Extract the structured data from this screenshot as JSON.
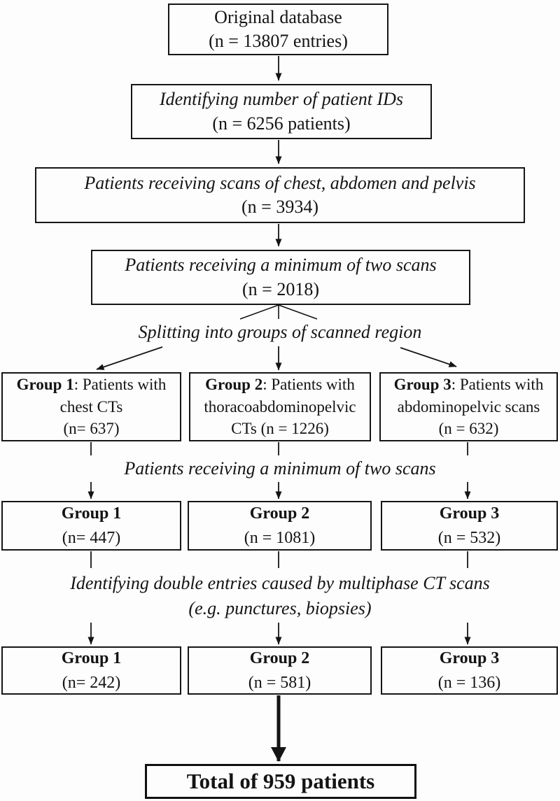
{
  "diagram": {
    "kind": "patient-selection-flowchart",
    "colors": {
      "ink": "#141414",
      "box_border": "#161616",
      "background": "#fdfdfd"
    }
  },
  "boxes": {
    "original": {
      "line1": "Original database",
      "line2": "(n = 13807 entries)"
    },
    "patient_ids": {
      "line1": "Identifying number of patient IDs",
      "line2": "(n = 6256 patients)"
    },
    "chest_abdomen_pelvis": {
      "line1": "Patients receiving scans of chest, abdomen and pelvis",
      "line2": "(n = 3934)"
    },
    "minimum_two_scans": {
      "line1": "Patients receiving a minimum of two scans",
      "line2": "(n = 2018)"
    },
    "total": {
      "label": "Total of 959 patients"
    }
  },
  "labels": {
    "splitting": "Splitting into groups of scanned region",
    "min_two_scans": "Patients receiving a minimum of two scans",
    "double_entries_line1": "Identifying double entries caused by multiphase CT scans",
    "double_entries_line2": "(e.g. punctures, biopsies)"
  },
  "split_row": [
    {
      "group": "Group 1",
      "rest": ": Patients with",
      "line2": "chest CTs",
      "line3": "(n= 637)"
    },
    {
      "group": "Group 2",
      "rest": ": Patients with",
      "line2": "thoracoabdominopelvic",
      "line3": "CTs (n = 1226)"
    },
    {
      "group": "Group 3",
      "rest": ": Patients with",
      "line2": "abdominopelvic scans",
      "line3": "(n = 632)"
    }
  ],
  "row2": [
    {
      "group": "Group 1",
      "n": "(n= 447)"
    },
    {
      "group": "Group 2",
      "n": "(n = 1081)"
    },
    {
      "group": "Group 3",
      "n": "(n = 532)"
    }
  ],
  "row3": [
    {
      "group": "Group 1",
      "n": "(n= 242)"
    },
    {
      "group": "Group 2",
      "n": "(n = 581)"
    },
    {
      "group": "Group 3",
      "n": "(n = 136)"
    }
  ]
}
